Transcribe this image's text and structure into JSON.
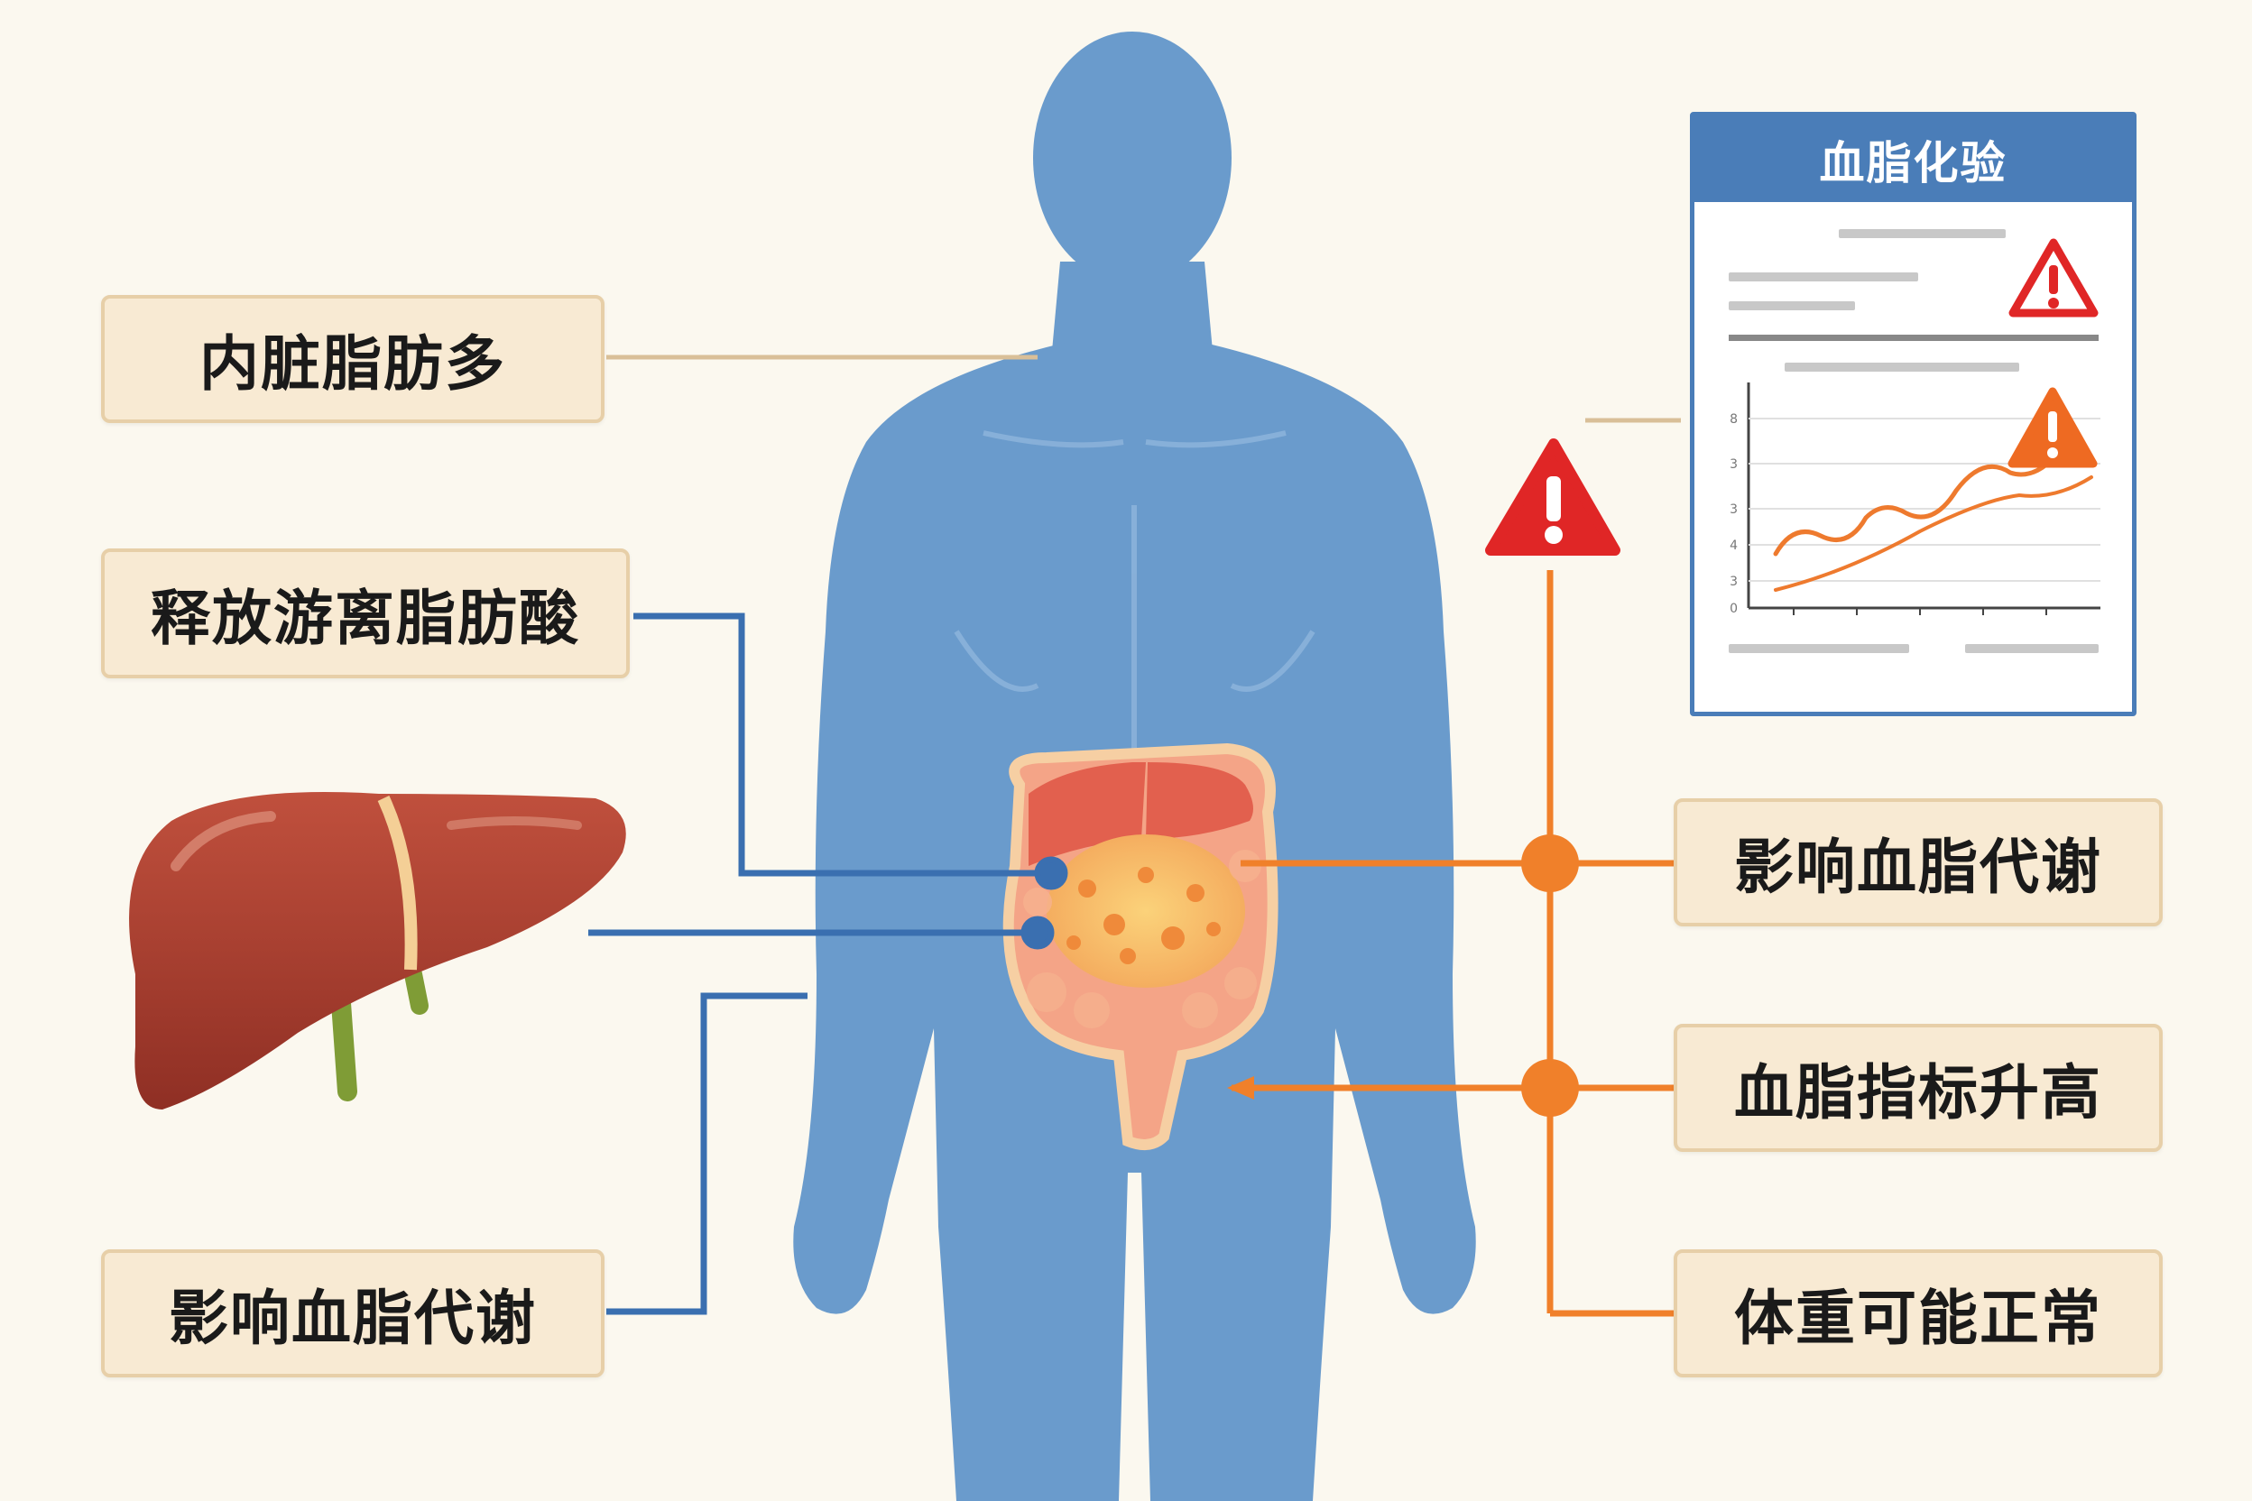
{
  "labels": {
    "visceral_fat": "内脏脂肪多",
    "release_ffa": "释放游离脂肪酸",
    "affect_lipid_left": "影响血脂代谢",
    "affect_lipid_right": "影响血脂代谢",
    "lipid_elevated": "血脂指标升高",
    "weight_normal": "体重可能正常"
  },
  "report": {
    "title": "血脂化验",
    "axis_ticks": [
      "8",
      "3",
      "3",
      "4",
      "3",
      "0"
    ]
  },
  "icons": {
    "warning": "warning-triangle-icon",
    "liver": "liver-icon",
    "body": "human-body-icon",
    "abdomen": "visceral-fat-icon"
  },
  "colors": {
    "body_blue": "#6a9bcc",
    "connector_blue": "#3a6fb0",
    "connector_orange": "#f0802a",
    "warning_red": "#e02626",
    "warning_orange": "#ee6a22",
    "liver_red": "#a63b2b",
    "label_bg": "#f8ead3",
    "label_border": "#e7cfa8"
  }
}
